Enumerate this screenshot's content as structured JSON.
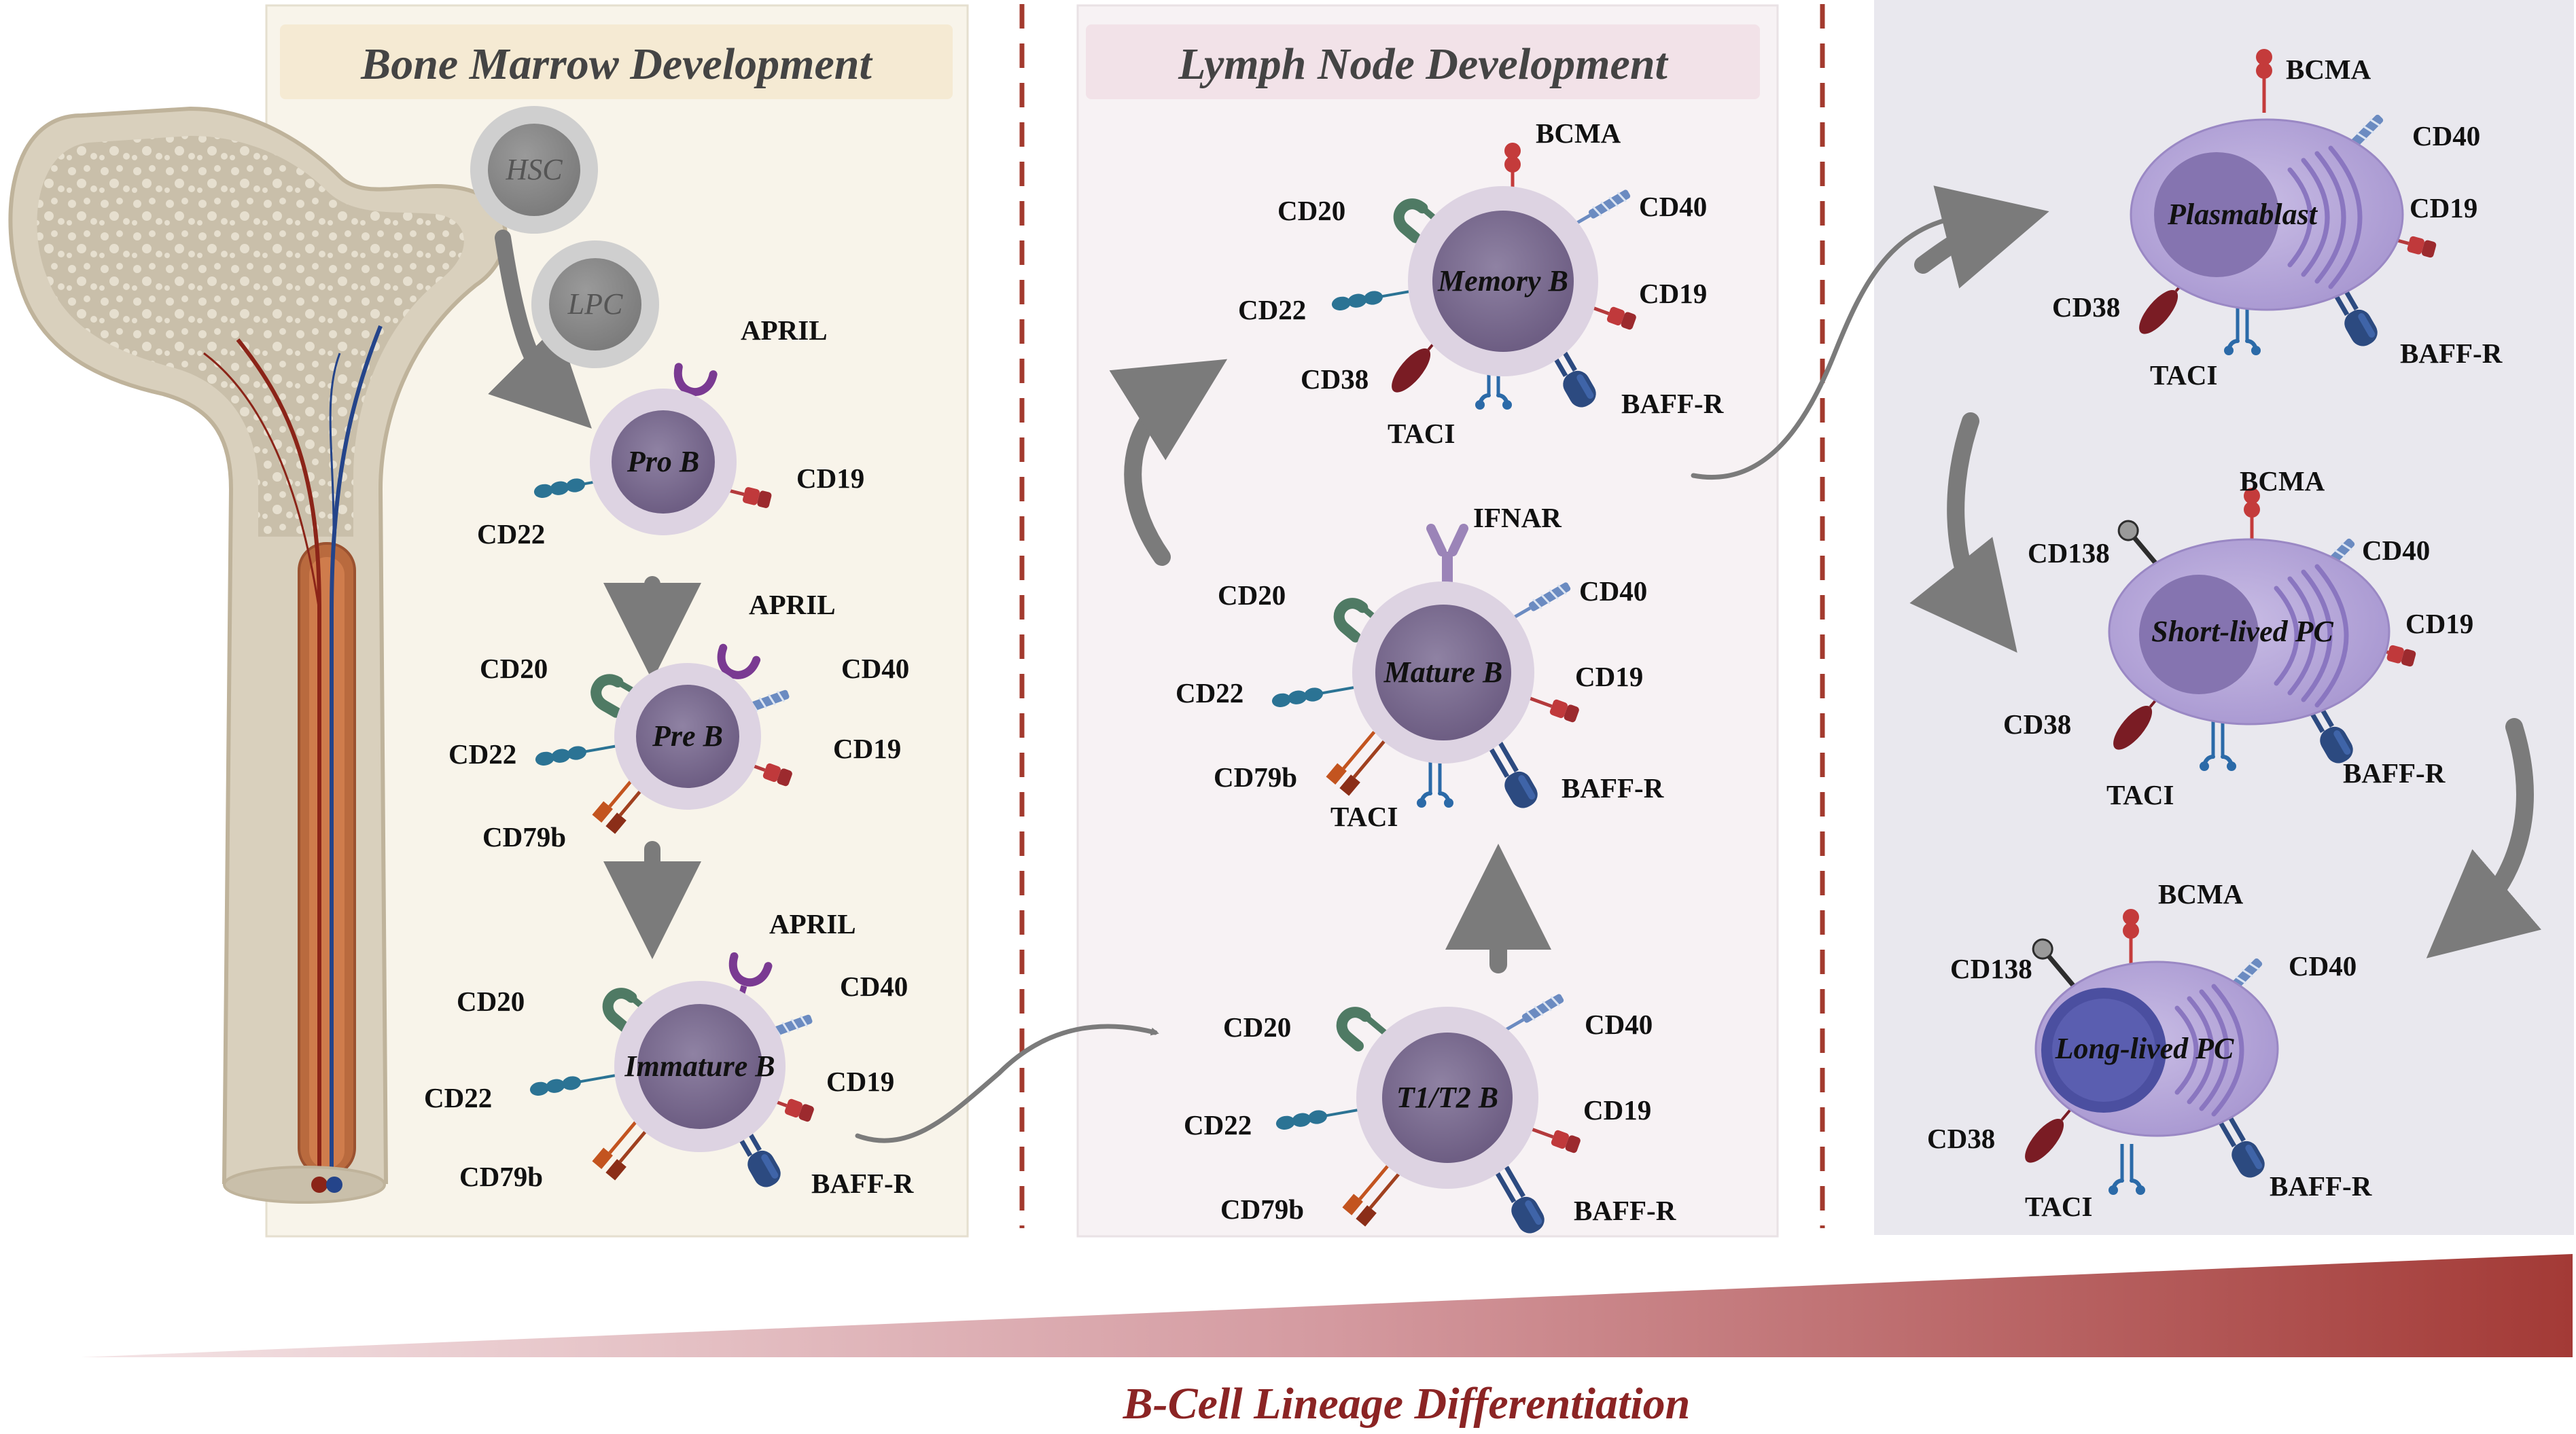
{
  "panels": {
    "bone_marrow_title": "Bone Marrow Development",
    "lymph_node_title": "Lymph Node Development"
  },
  "cells": {
    "hsc": "HSC",
    "lpc": "LPC",
    "pro_b": "Pro B",
    "pre_b": "Pre B",
    "immature_b": "Immature B",
    "t1t2_b": "T1/T2 B",
    "mature_b": "Mature B",
    "memory_b": "Memory B",
    "plasmablast": "Plasmablast",
    "short_lived_pc": "Short-lived PC",
    "long_lived_pc": "Long-lived PC"
  },
  "markers": {
    "april": "APRIL",
    "cd19": "CD19",
    "cd20": "CD20",
    "cd22": "CD22",
    "cd38": "CD38",
    "cd40": "CD40",
    "cd79b": "CD79b",
    "cd138": "CD138",
    "baffr": "BAFF-R",
    "bcma": "BCMA",
    "taci": "TACI",
    "ifnar": "IFNAR"
  },
  "footer": {
    "title": "B-Cell Lineage Differentiation"
  },
  "colors": {
    "bone_marrow_panel": "#f8f4ea",
    "lymph_node_panel": "#f7f2f4",
    "plasma_panel": "#e9e8ee",
    "divider": "#a33a2e",
    "gradient_dark": "#a33a36",
    "arrow": "#7b7b7b",
    "b_cell_nucleus": "#7f6f8f",
    "plasma_cell": "#b8a9d6",
    "cd19": "#c0393b",
    "cd20": "#4f7a64",
    "cd22": "#2b7394",
    "cd40": "#6b8bc1",
    "cd79b": "#a0401f",
    "baffr": "#2c4a80",
    "bcma": "#c43b3b",
    "taci": "#2b6aa8",
    "cd38": "#7a1c24",
    "april": "#7a3a92",
    "ifnar": "#9b84b8",
    "cd138": "#2d2d2d"
  }
}
